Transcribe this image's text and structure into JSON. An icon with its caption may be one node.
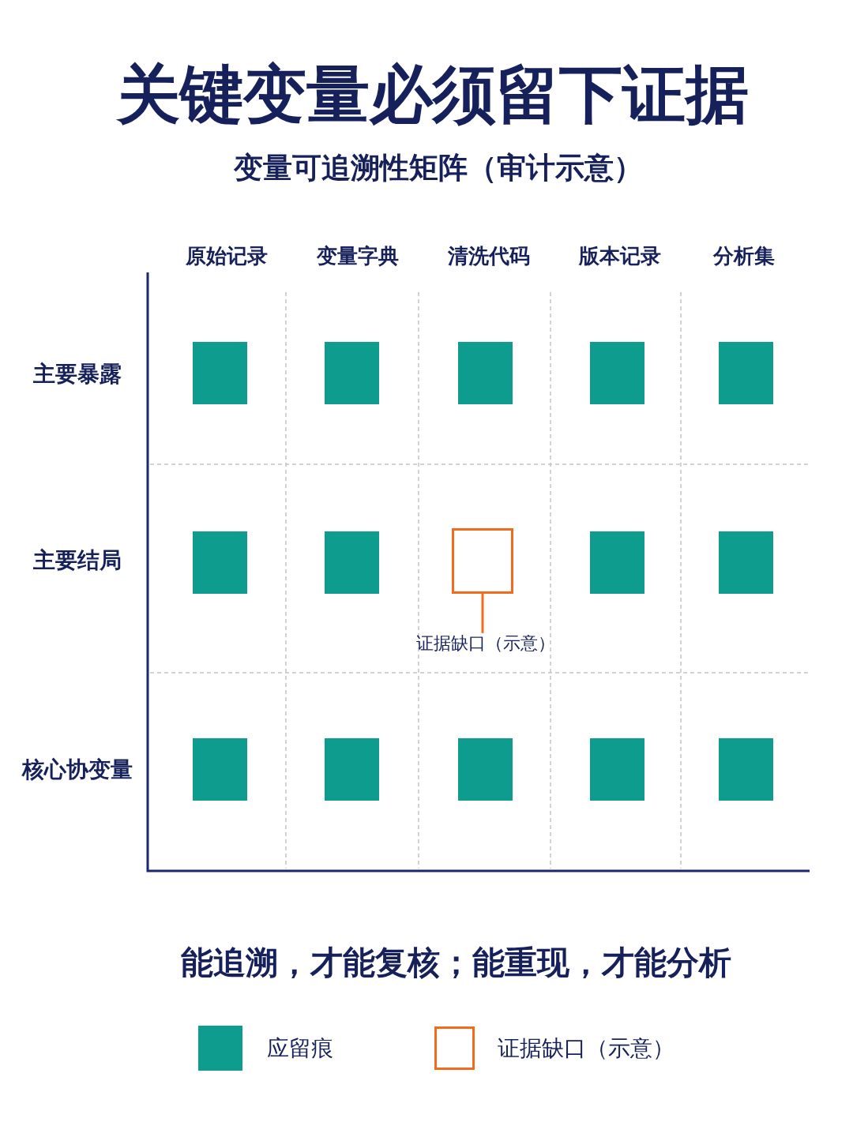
{
  "diagram": {
    "title": "关键变量必须留下证据",
    "nodes": [
      {
        "text": [],
        "shape": "box"
      },
      {
        "text": [],
        "shape": "box"
      },
      {
        "text": [],
        "shape": "box"
      },
      {
        "text": [],
        "shape": "box"
      },
      {
        "text": [],
        "shape": "box"
      },
      {
        "text": [],
        "shape": "box"
      },
      {
        "text": [],
        "shape": "box"
      },
      {
        "text": [],
        "shape": "box"
      },
      {
        "text": [],
        "shape": "box"
      },
      {
        "text": [],
        "shape": "box"
      },
      {
        "text": [],
        "shape": "box"
      },
      {
        "text": [],
        "shape": "box"
      },
      {
        "text": [],
        "shape": "box"
      },
      {
        "text": [],
        "shape": "box"
      },
      {
        "text": [],
        "shape": "box"
      },
      {
        "text": [
          "证据缺口（示意）"
        ]
      }
    ],
    "edges": [
      {
        "from": 15,
        "to": 7,
        "arrow": "none",
        "color": "#f26b1d"
      }
    ],
    "labels": [
      "变量可追溯性矩阵（审计示意）",
      "原始记录",
      "变量字典",
      "清洗代码",
      "版本记录",
      "分析集",
      "主要暴露",
      "主要结局",
      "核心协变量"
    ],
    "caption": "能追溯，才能复核；能重现，才能分析",
    "legend": [
      {
        "text": "应留痕",
        "color": "#0e9c8f"
      },
      {
        "text": "证据缺口（示意）"
      }
    ]
  }
}
